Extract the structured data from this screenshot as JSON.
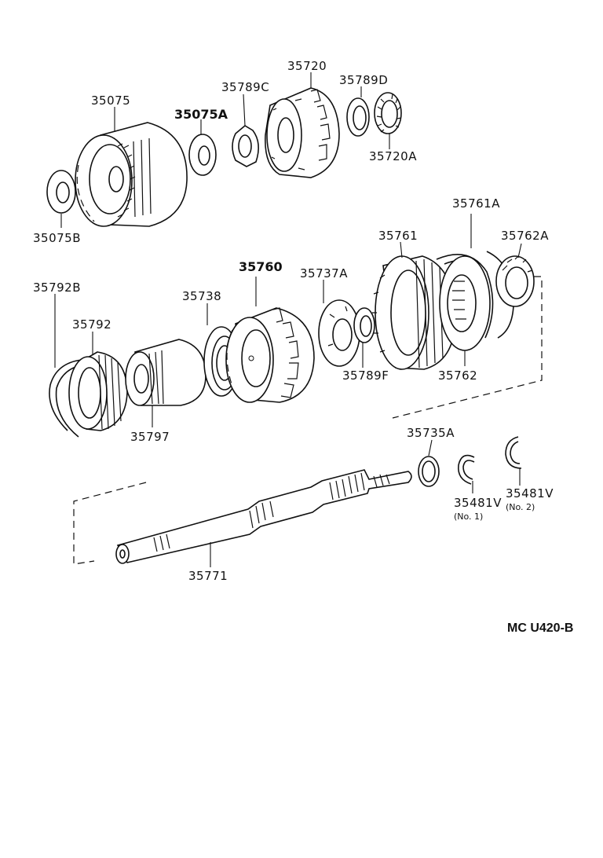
{
  "diagram": {
    "labels": {
      "p35075": "35075",
      "p35075A": "35075A",
      "p35075B": "35075B",
      "p35789C": "35789C",
      "p35720": "35720",
      "p35789D": "35789D",
      "p35720A": "35720A",
      "p35761A": "35761A",
      "p35761": "35761",
      "p35762A": "35762A",
      "p35760": "35760",
      "p35737A": "35737A",
      "p35738": "35738",
      "p35792B": "35792B",
      "p35792": "35792",
      "p35797": "35797",
      "p35789F": "35789F",
      "p35762": "35762",
      "p35735A": "35735A",
      "p35481V1": "35481V",
      "p35481V1_note": "(No. 1)",
      "p35481V2": "35481V",
      "p35481V2_note": "(No. 2)",
      "p35771": "35771"
    },
    "figure_code": "MC  U420-B"
  }
}
